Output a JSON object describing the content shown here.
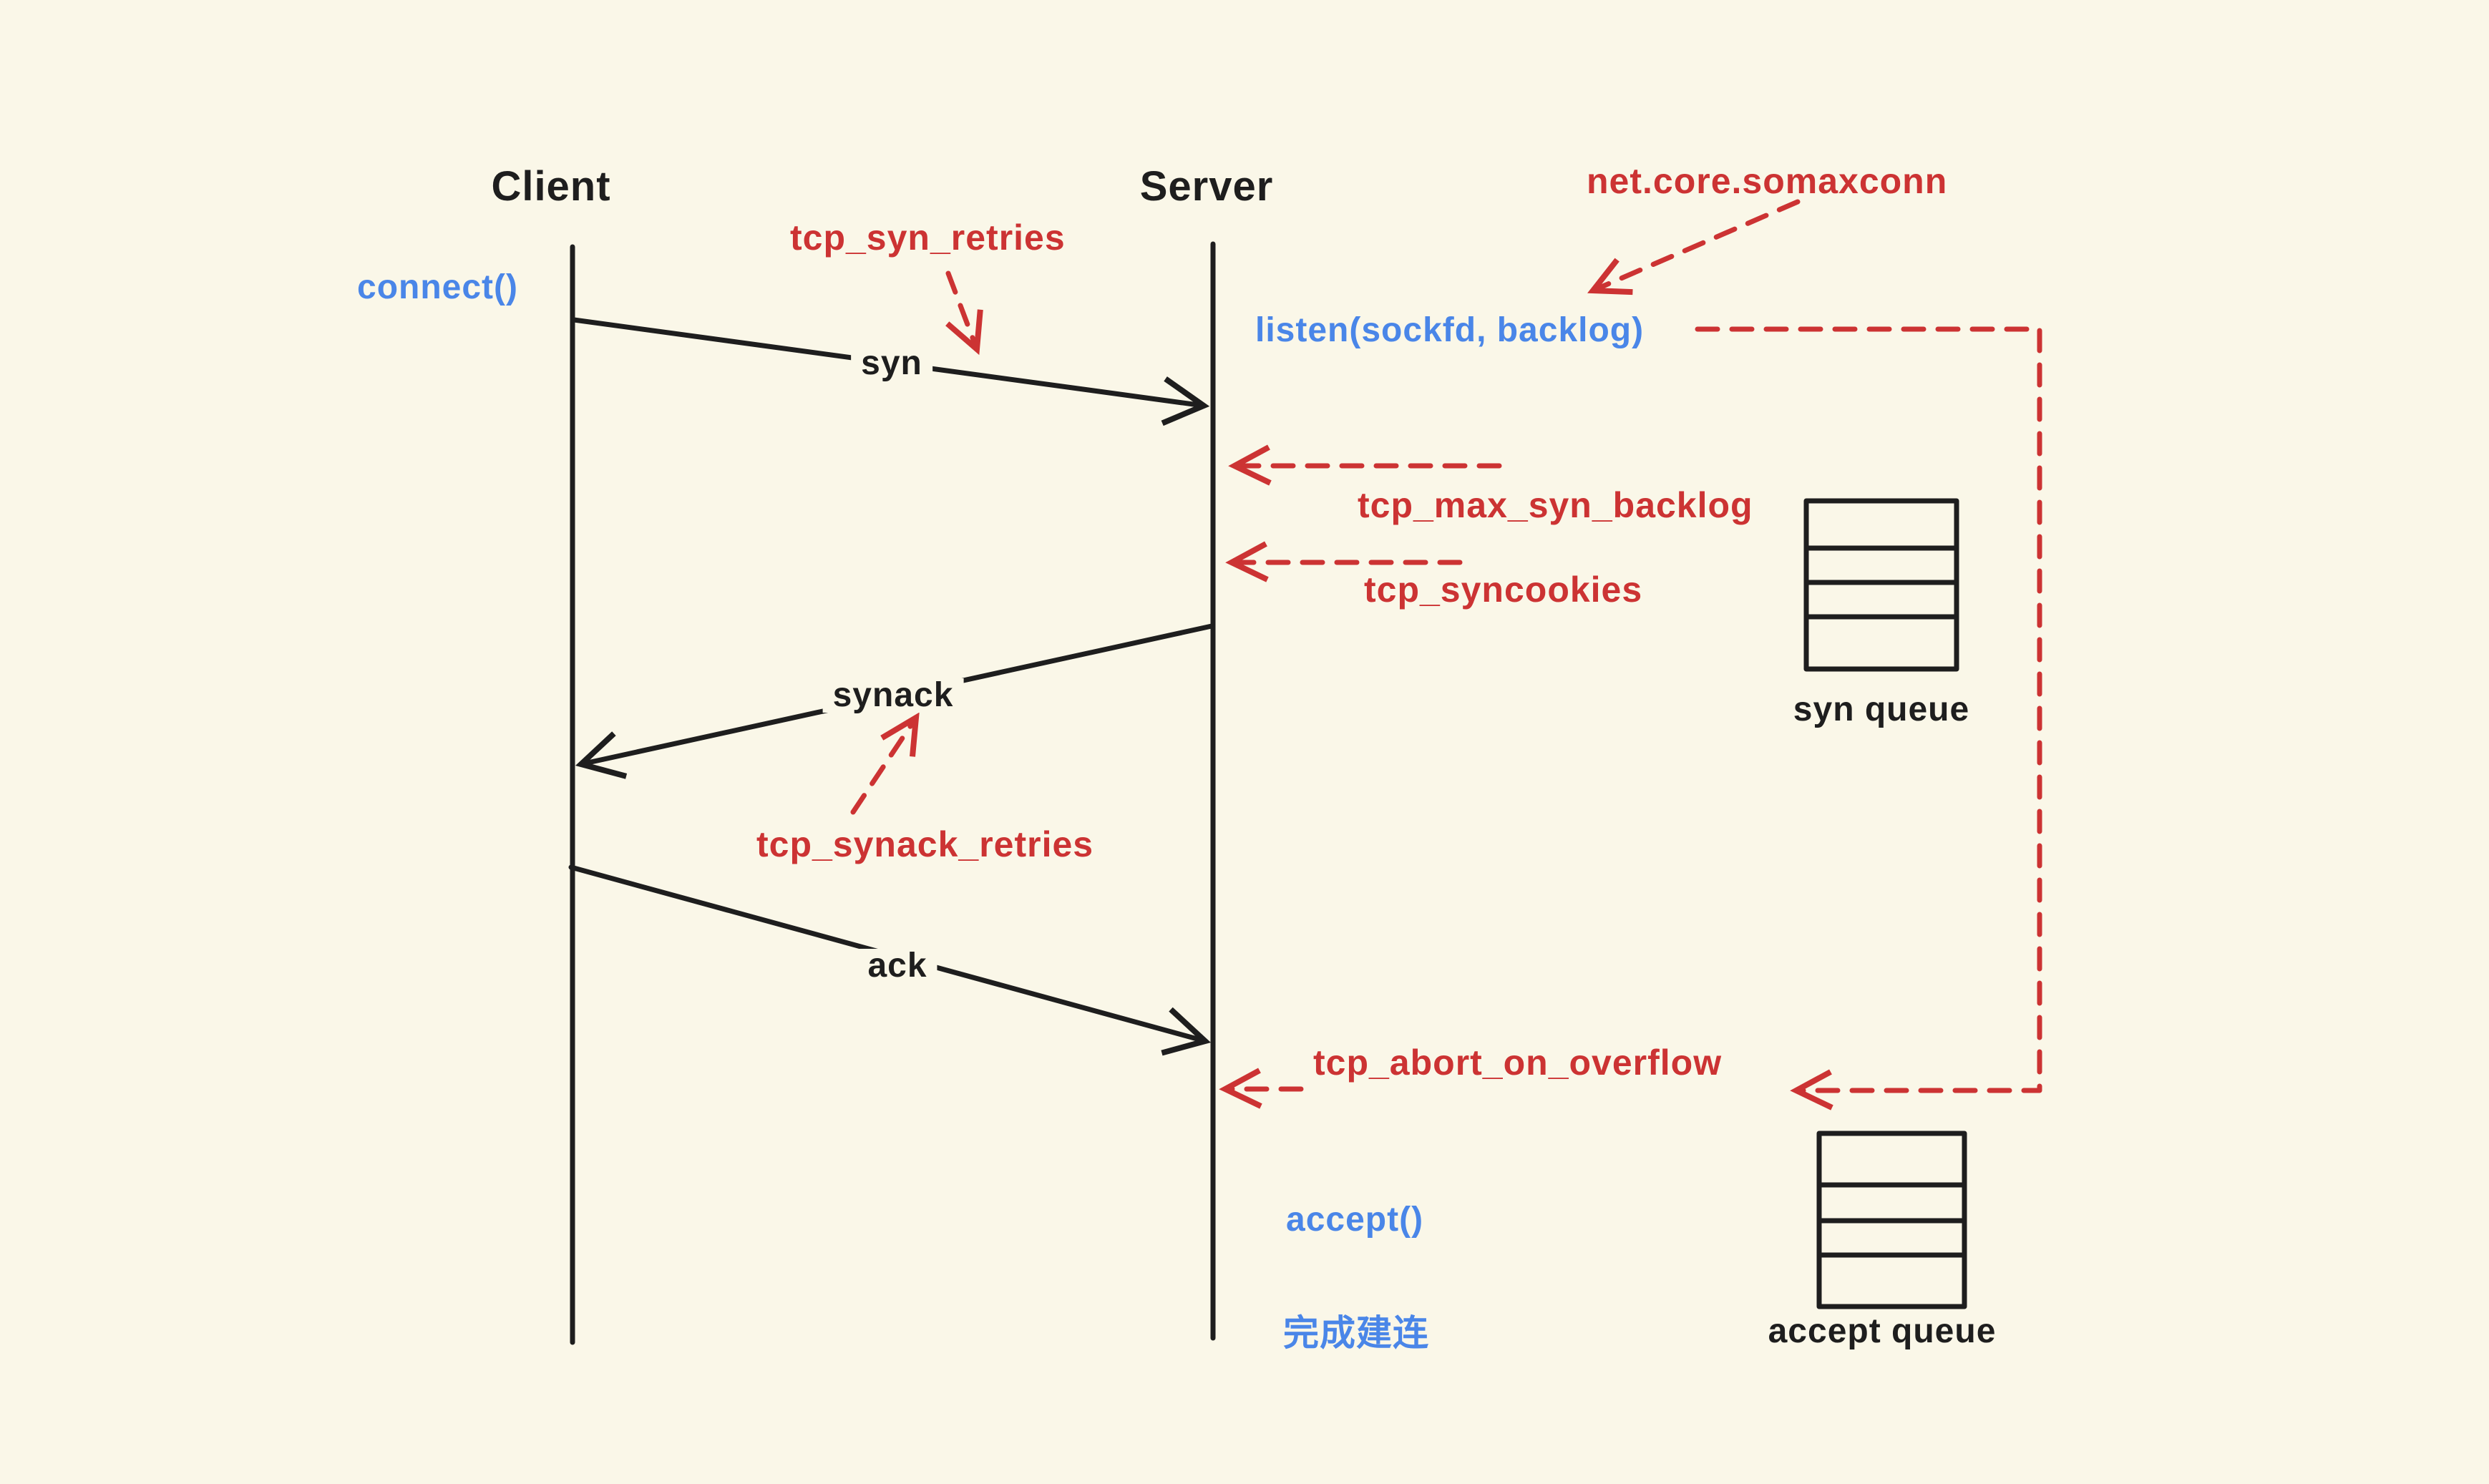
{
  "colors": {
    "background": "#faf7e8",
    "red": "#cc3333",
    "blue": "#4a86e8",
    "ink": "#1e1e1e"
  },
  "lifelines": {
    "client": {
      "title": "Client"
    },
    "server": {
      "title": "Server"
    }
  },
  "client_side": {
    "connect_label": "connect()"
  },
  "server_side": {
    "listen_label": "listen(sockfd, backlog)",
    "accept_label": "accept()",
    "established_label": "完成建连"
  },
  "messages": {
    "syn": "syn",
    "synack": "synack",
    "ack": "ack"
  },
  "kernel_params": {
    "tcp_syn_retries": "tcp_syn_retries",
    "net_core_somaxconn": "net.core.somaxconn",
    "tcp_max_syn_backlog": "tcp_max_syn_backlog",
    "tcp_syncookies": "tcp_syncookies",
    "tcp_synack_retries": "tcp_synack_retries",
    "tcp_abort_on_overflow": "tcp_abort_on_overflow"
  },
  "queues": {
    "syn_queue": {
      "label": "syn queue",
      "rows": 4
    },
    "accept_queue": {
      "label": "accept queue",
      "rows": 4
    }
  }
}
